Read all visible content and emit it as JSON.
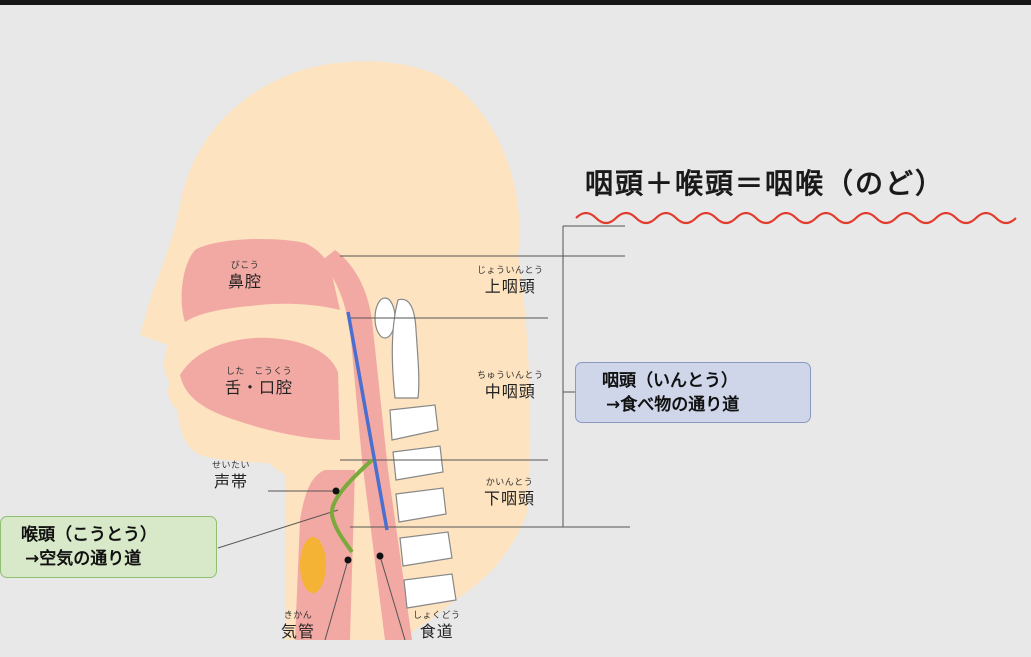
{
  "title": "咽頭＋喉頭＝咽喉（のど）",
  "labels": {
    "nasal_cavity": {
      "ruby": "びこう",
      "text": "鼻腔"
    },
    "tongue_oral": {
      "ruby": "した　こうくう",
      "text": "舌・口腔"
    },
    "vocal_cords": {
      "ruby": "せいたい",
      "text": "声帯"
    },
    "trachea": {
      "ruby": "きかん",
      "text": "気管"
    },
    "esophagus": {
      "ruby": "しょくどう",
      "text": "食道"
    },
    "nasopharynx": {
      "ruby": "じょういんとう",
      "text": "上咽頭"
    },
    "oropharynx": {
      "ruby": "ちゅういんとう",
      "text": "中咽頭"
    },
    "hypopharynx": {
      "ruby": "かいんとう",
      "text": "下咽頭"
    }
  },
  "boxes": {
    "pharynx": {
      "line1": "咽頭（いんとう）",
      "line2": "→食べ物の通り道"
    },
    "larynx": {
      "line1": "喉頭（こうとう）",
      "line2": "→空気の通り道"
    }
  },
  "colors": {
    "skin": "#fde3bf",
    "tissue": "#f2a9a3",
    "pharynx_line": "#4a6fcf",
    "larynx_line": "#7aaa3c",
    "wavy": "#e23b2e",
    "trachea_fill": "#f5b335"
  }
}
